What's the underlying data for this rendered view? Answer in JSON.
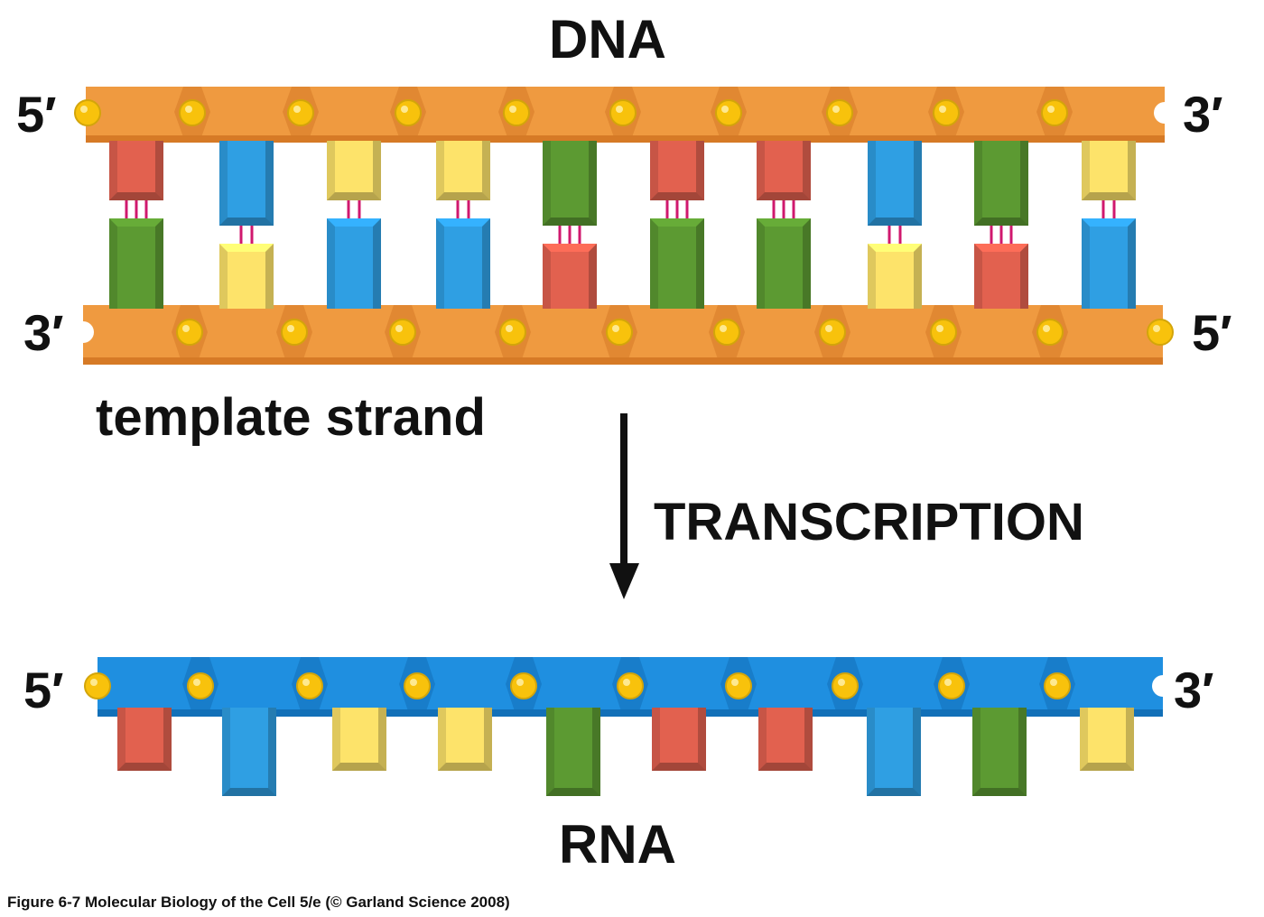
{
  "labels": {
    "dna_title": "DNA",
    "rna_title": "RNA",
    "template_strand": "template strand",
    "process": "TRANSCRIPTION",
    "dna_top_left_end": "5′",
    "dna_top_right_end": "3′",
    "dna_bottom_left_end": "3′",
    "dna_bottom_right_end": "5′",
    "rna_left_end": "5′",
    "rna_right_end": "3′"
  },
  "caption": "Figure 6-7  Molecular Biology of the Cell 5/e (© Garland Science 2008)",
  "colors": {
    "dna_backbone": "#ef9a40",
    "dna_backbone_dark": "#d67a26",
    "rna_backbone": "#1f8fe0",
    "rna_backbone_dark": "#1270b8",
    "phosphate": "#f8c20c",
    "hydrogen_bond": "#d0186e",
    "red_base": "#e2614f",
    "blue_base": "#2f9fe3",
    "yellow_base": "#fde36a",
    "green_base": "#5c9a32"
  },
  "base_pairs": [
    {
      "top": "red",
      "bottom": "green",
      "bonds": 3
    },
    {
      "top": "blue",
      "bottom": "yellow",
      "bonds": 2
    },
    {
      "top": "yellow",
      "bottom": "blue",
      "bonds": 2
    },
    {
      "top": "yellow",
      "bottom": "blue",
      "bonds": 2
    },
    {
      "top": "green",
      "bottom": "red",
      "bonds": 3
    },
    {
      "top": "red",
      "bottom": "green",
      "bonds": 3
    },
    {
      "top": "red",
      "bottom": "green",
      "bonds": 3
    },
    {
      "top": "blue",
      "bottom": "yellow",
      "bonds": 2
    },
    {
      "top": "green",
      "bottom": "red",
      "bonds": 3
    },
    {
      "top": "yellow",
      "bottom": "blue",
      "bonds": 2
    }
  ],
  "rna_bases": [
    "red",
    "blue",
    "yellow",
    "yellow",
    "green",
    "red",
    "red",
    "blue",
    "green",
    "yellow"
  ]
}
